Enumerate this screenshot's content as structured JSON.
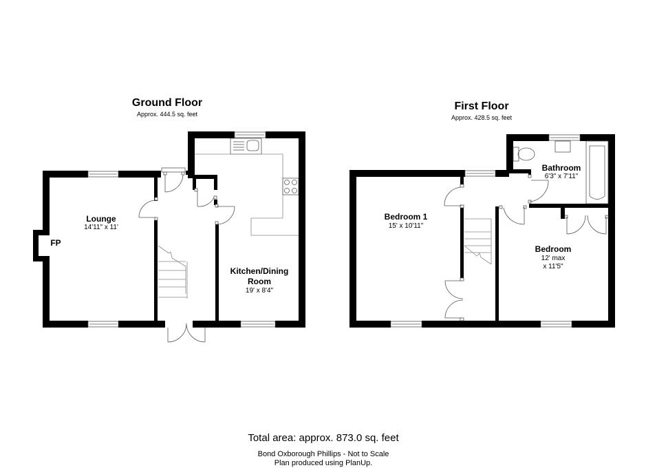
{
  "ground_floor": {
    "title": "Ground Floor",
    "area": "Approx. 444.5 sq. feet",
    "rooms": [
      {
        "name": "Lounge",
        "dims": "14'11\" x 11'"
      },
      {
        "name": "Kitchen/Dining",
        "name2": "Room",
        "dims": "19' x 8'4\""
      }
    ],
    "fireplace_label": "FP"
  },
  "first_floor": {
    "title": "First Floor",
    "area": "Approx. 428.5 sq. feet",
    "rooms": [
      {
        "name": "Bedroom 1",
        "dims": "15' x 10'11\""
      },
      {
        "name": "Bathroom",
        "dims": "6'3\" x 7'11\""
      },
      {
        "name": "Bedroom",
        "dims": "12' max",
        "dims2": "x 11'5\""
      }
    ]
  },
  "footer": {
    "total_area": "Total area: approx. 873.0 sq. feet",
    "line1": "Bond Oxborough Phillips - Not to Scale",
    "line2": "Plan produced using PlanUp."
  },
  "colors": {
    "wall": "#000000",
    "fixture_line": "#555555",
    "background": "#ffffff"
  }
}
